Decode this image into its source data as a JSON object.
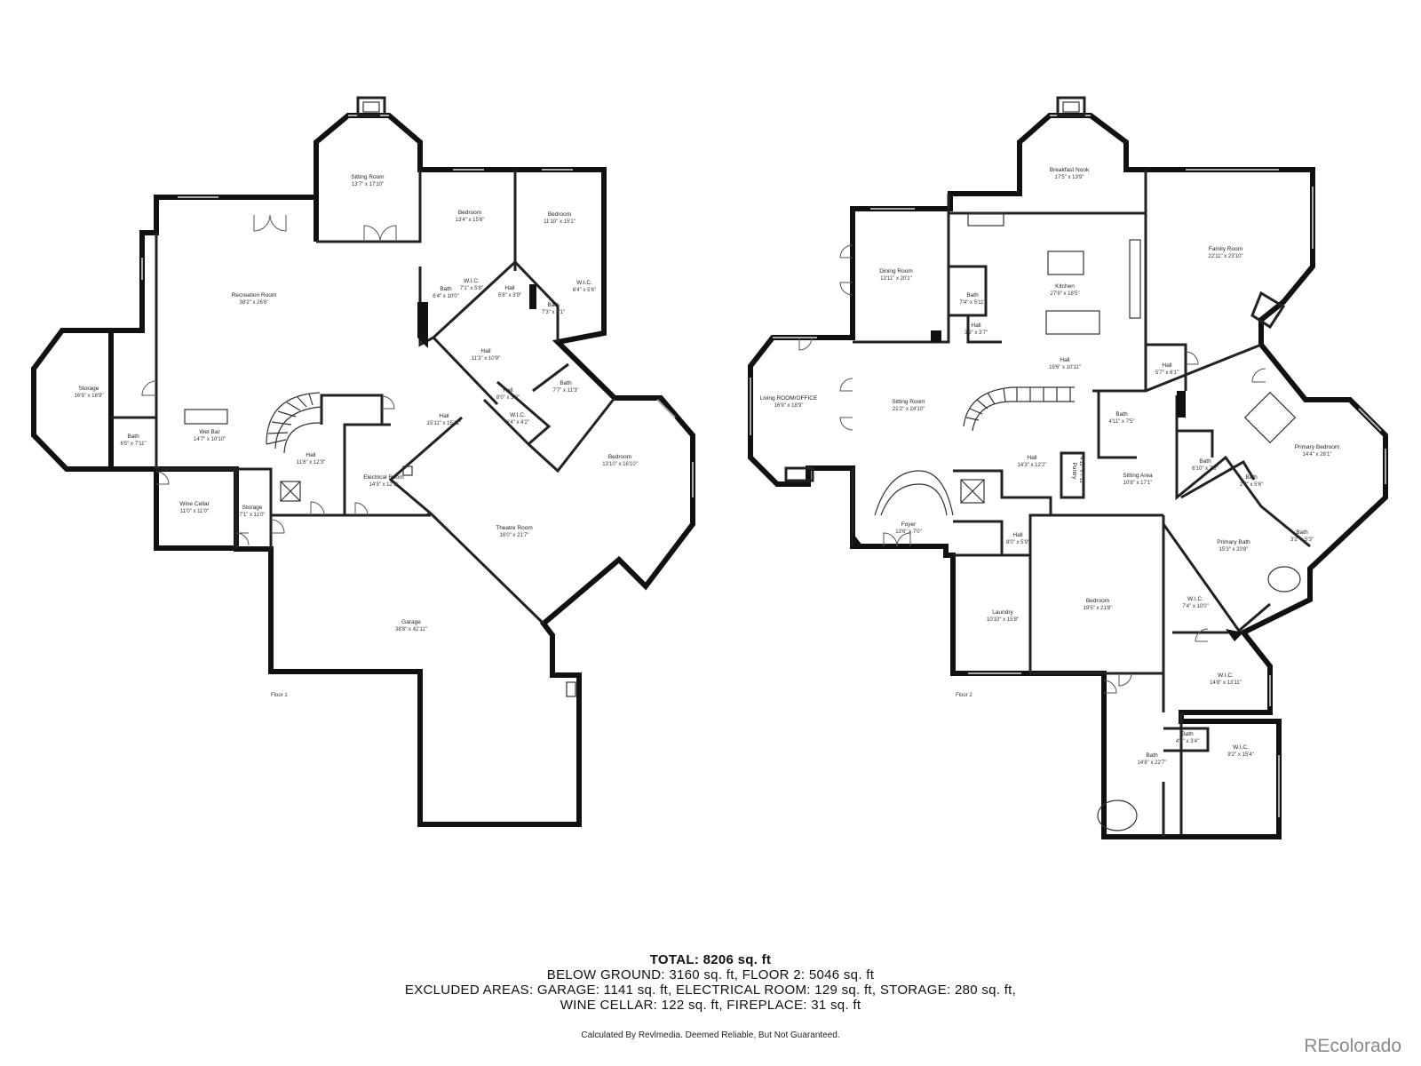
{
  "floor1": {
    "label": "Floor 1",
    "rooms": [
      {
        "id": "sitting",
        "name": "Sitting Room",
        "dim": "13'7\" x 17'10\""
      },
      {
        "id": "bed1",
        "name": "Bedroom",
        "dim": "13'4\" x 15'6\""
      },
      {
        "id": "bed2",
        "name": "Bedroom",
        "dim": "11'10\" x 15'1\""
      },
      {
        "id": "rec",
        "name": "Recreation Room",
        "dim": "38'2\" x 26'6\""
      },
      {
        "id": "bath1",
        "name": "Bath",
        "dim": "6'4\" x 10'0\""
      },
      {
        "id": "wic1",
        "name": "W.I.C.",
        "dim": "7'1\" x 5'8\""
      },
      {
        "id": "hall1",
        "name": "Hall",
        "dim": "5'8\" x 3'9\""
      },
      {
        "id": "bath2",
        "name": "Bath",
        "dim": "7'3\" x 8'1\""
      },
      {
        "id": "wic2",
        "name": "W.I.C.",
        "dim": "6'4\" x 5'6\""
      },
      {
        "id": "hall2",
        "name": "Hall",
        "dim": "11'3\" x 10'9\""
      },
      {
        "id": "storage1",
        "name": "Storage",
        "dim": "16'9\" x 18'9\""
      },
      {
        "id": "bath3",
        "name": "Bath",
        "dim": "7'7\" x 11'3\""
      },
      {
        "id": "hall3",
        "name": "Hall",
        "dim": "8'0\" x 3'0\""
      },
      {
        "id": "wic3",
        "name": "W.I.C.",
        "dim": "6'4\" x 4'2\""
      },
      {
        "id": "hall4",
        "name": "Hall",
        "dim": "15'11\" x 15'11\""
      },
      {
        "id": "wetbar",
        "name": "Wet Bar",
        "dim": "14'7\" x 10'10\""
      },
      {
        "id": "bath4",
        "name": "Bath",
        "dim": "6'5\" x 7'11\""
      },
      {
        "id": "bed3",
        "name": "Bedroom",
        "dim": "13'10\" x 16'10\""
      },
      {
        "id": "hall5",
        "name": "Hall",
        "dim": "11'6\" x 12'3\""
      },
      {
        "id": "elec",
        "name": "Electrical Room",
        "dim": "14'3\" x 12'3\""
      },
      {
        "id": "wine",
        "name": "Wine Cellar",
        "dim": "11'0\" x 11'0\""
      },
      {
        "id": "storage2",
        "name": "Storage",
        "dim": "7'1\" x 11'0\""
      },
      {
        "id": "theatre",
        "name": "Theatre Room",
        "dim": "16'0\" x 21'7\""
      },
      {
        "id": "garage",
        "name": "Garage",
        "dim": "38'8\" x 42'11\""
      }
    ]
  },
  "floor2": {
    "label": "Floor 2",
    "rooms": [
      {
        "id": "nook",
        "name": "Breakfast Nook",
        "dim": "17'5\" x 13'9\""
      },
      {
        "id": "family",
        "name": "Family Room",
        "dim": "22'11\" x 23'10\""
      },
      {
        "id": "dining",
        "name": "Dining Room",
        "dim": "13'11\" x 20'1\""
      },
      {
        "id": "kitchen",
        "name": "Kitchen",
        "dim": "27'9\" x 18'5\""
      },
      {
        "id": "bath5",
        "name": "Bath",
        "dim": "7'4\" x 5'11\""
      },
      {
        "id": "hall6",
        "name": "Hall",
        "dim": "3'9\" x 3'7\""
      },
      {
        "id": "hall7",
        "name": "Hall",
        "dim": "19'6\" x 10'11\""
      },
      {
        "id": "hall8",
        "name": "Hall",
        "dim": "5'7\" x 6'1\""
      },
      {
        "id": "living",
        "name": "Living ROOM/OFFICE",
        "dim": "16'9\" x 18'9\""
      },
      {
        "id": "sitting2",
        "name": "Sitting Room",
        "dim": "21'2\" x 24'10\""
      },
      {
        "id": "bath6",
        "name": "Bath",
        "dim": "4'11\" x 7'5\""
      },
      {
        "id": "primbed",
        "name": "Primary Bedroom",
        "dim": "14'4\" x 28'1\""
      },
      {
        "id": "hall9",
        "name": "Hall",
        "dim": "14'3\" x 12'2\""
      },
      {
        "id": "pantry",
        "name": "Pantry",
        "dim": "4'11\" x 7'11\""
      },
      {
        "id": "sitarea",
        "name": "Sitting Area",
        "dim": "10'8\" x 17'1\""
      },
      {
        "id": "bath7",
        "name": "Bath",
        "dim": "6'10\" x 7'8\""
      },
      {
        "id": "bath8",
        "name": "Bath",
        "dim": "2'8\" x 5'6\""
      },
      {
        "id": "foyer",
        "name": "Foyer",
        "dim": "13'6\" x 7'0\""
      },
      {
        "id": "hall10",
        "name": "Hall",
        "dim": "8'0\" x 5'9\""
      },
      {
        "id": "primbath",
        "name": "Primary Bath",
        "dim": "15'3\" x 20'8\""
      },
      {
        "id": "bath9",
        "name": "Bath",
        "dim": "3'2\" x 5'3\""
      },
      {
        "id": "laundry",
        "name": "Laundry",
        "dim": "10'10\" x 15'8\""
      },
      {
        "id": "bed4",
        "name": "Bedroom",
        "dim": "19'5\" x 21'8\""
      },
      {
        "id": "wic4",
        "name": "W.I.C.",
        "dim": "7'4\" x 10'0\""
      },
      {
        "id": "wic5",
        "name": "W.I.C.",
        "dim": "14'8\" x 13'11\""
      },
      {
        "id": "bath10",
        "name": "Bath",
        "dim": "4'2\" x 3'4\""
      },
      {
        "id": "wic6",
        "name": "W.I.C.",
        "dim": "9'2\" x 15'4\""
      },
      {
        "id": "bath11",
        "name": "Bath",
        "dim": "14'8\" x 22'7\""
      }
    ]
  },
  "summary": {
    "total": "TOTAL: 8206 sq. ft",
    "line2": "BELOW GROUND: 3160 sq. ft, FLOOR 2: 5046 sq. ft",
    "line3": "EXCLUDED AREAS: GARAGE: 1141 sq. ft, ELECTRICAL ROOM: 129 sq. ft, STORAGE: 280 sq. ft,",
    "line4": "WINE CELLAR: 122 sq. ft, FIREPLACE: 31 sq. ft"
  },
  "disclaimer": "Calculated By Revlmedia. Deemed Reliable, But Not Guaranteed.",
  "brand": "REcolorado"
}
